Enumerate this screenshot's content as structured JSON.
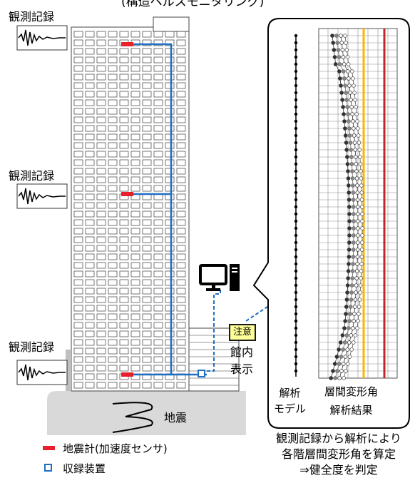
{
  "header": {
    "partial_text": "(構造ヘルスモニタリング)"
  },
  "building": {
    "observation_labels": [
      "観測記録",
      "観測記録",
      "観測記録"
    ],
    "earthquake_label": "地震",
    "notice_badge": "注意",
    "notice_caption": "館内\n表示"
  },
  "panel": {
    "model_label": "解析\nモデル",
    "result_label": "層間変形角\n解析結果"
  },
  "legend": {
    "sensor": "地震計(加速度センサ)",
    "recorder": "収録装置"
  },
  "caption": [
    "観測記録から解析により",
    "各階層間変形角を算定",
    "⇒健全度を判定"
  ],
  "colors": {
    "sensor": "#e8202a",
    "cable": "#1f6fc4",
    "threshold_yellow": "#ffb400",
    "threshold_red": "#c0272d",
    "ground": "#d9d9d9"
  }
}
